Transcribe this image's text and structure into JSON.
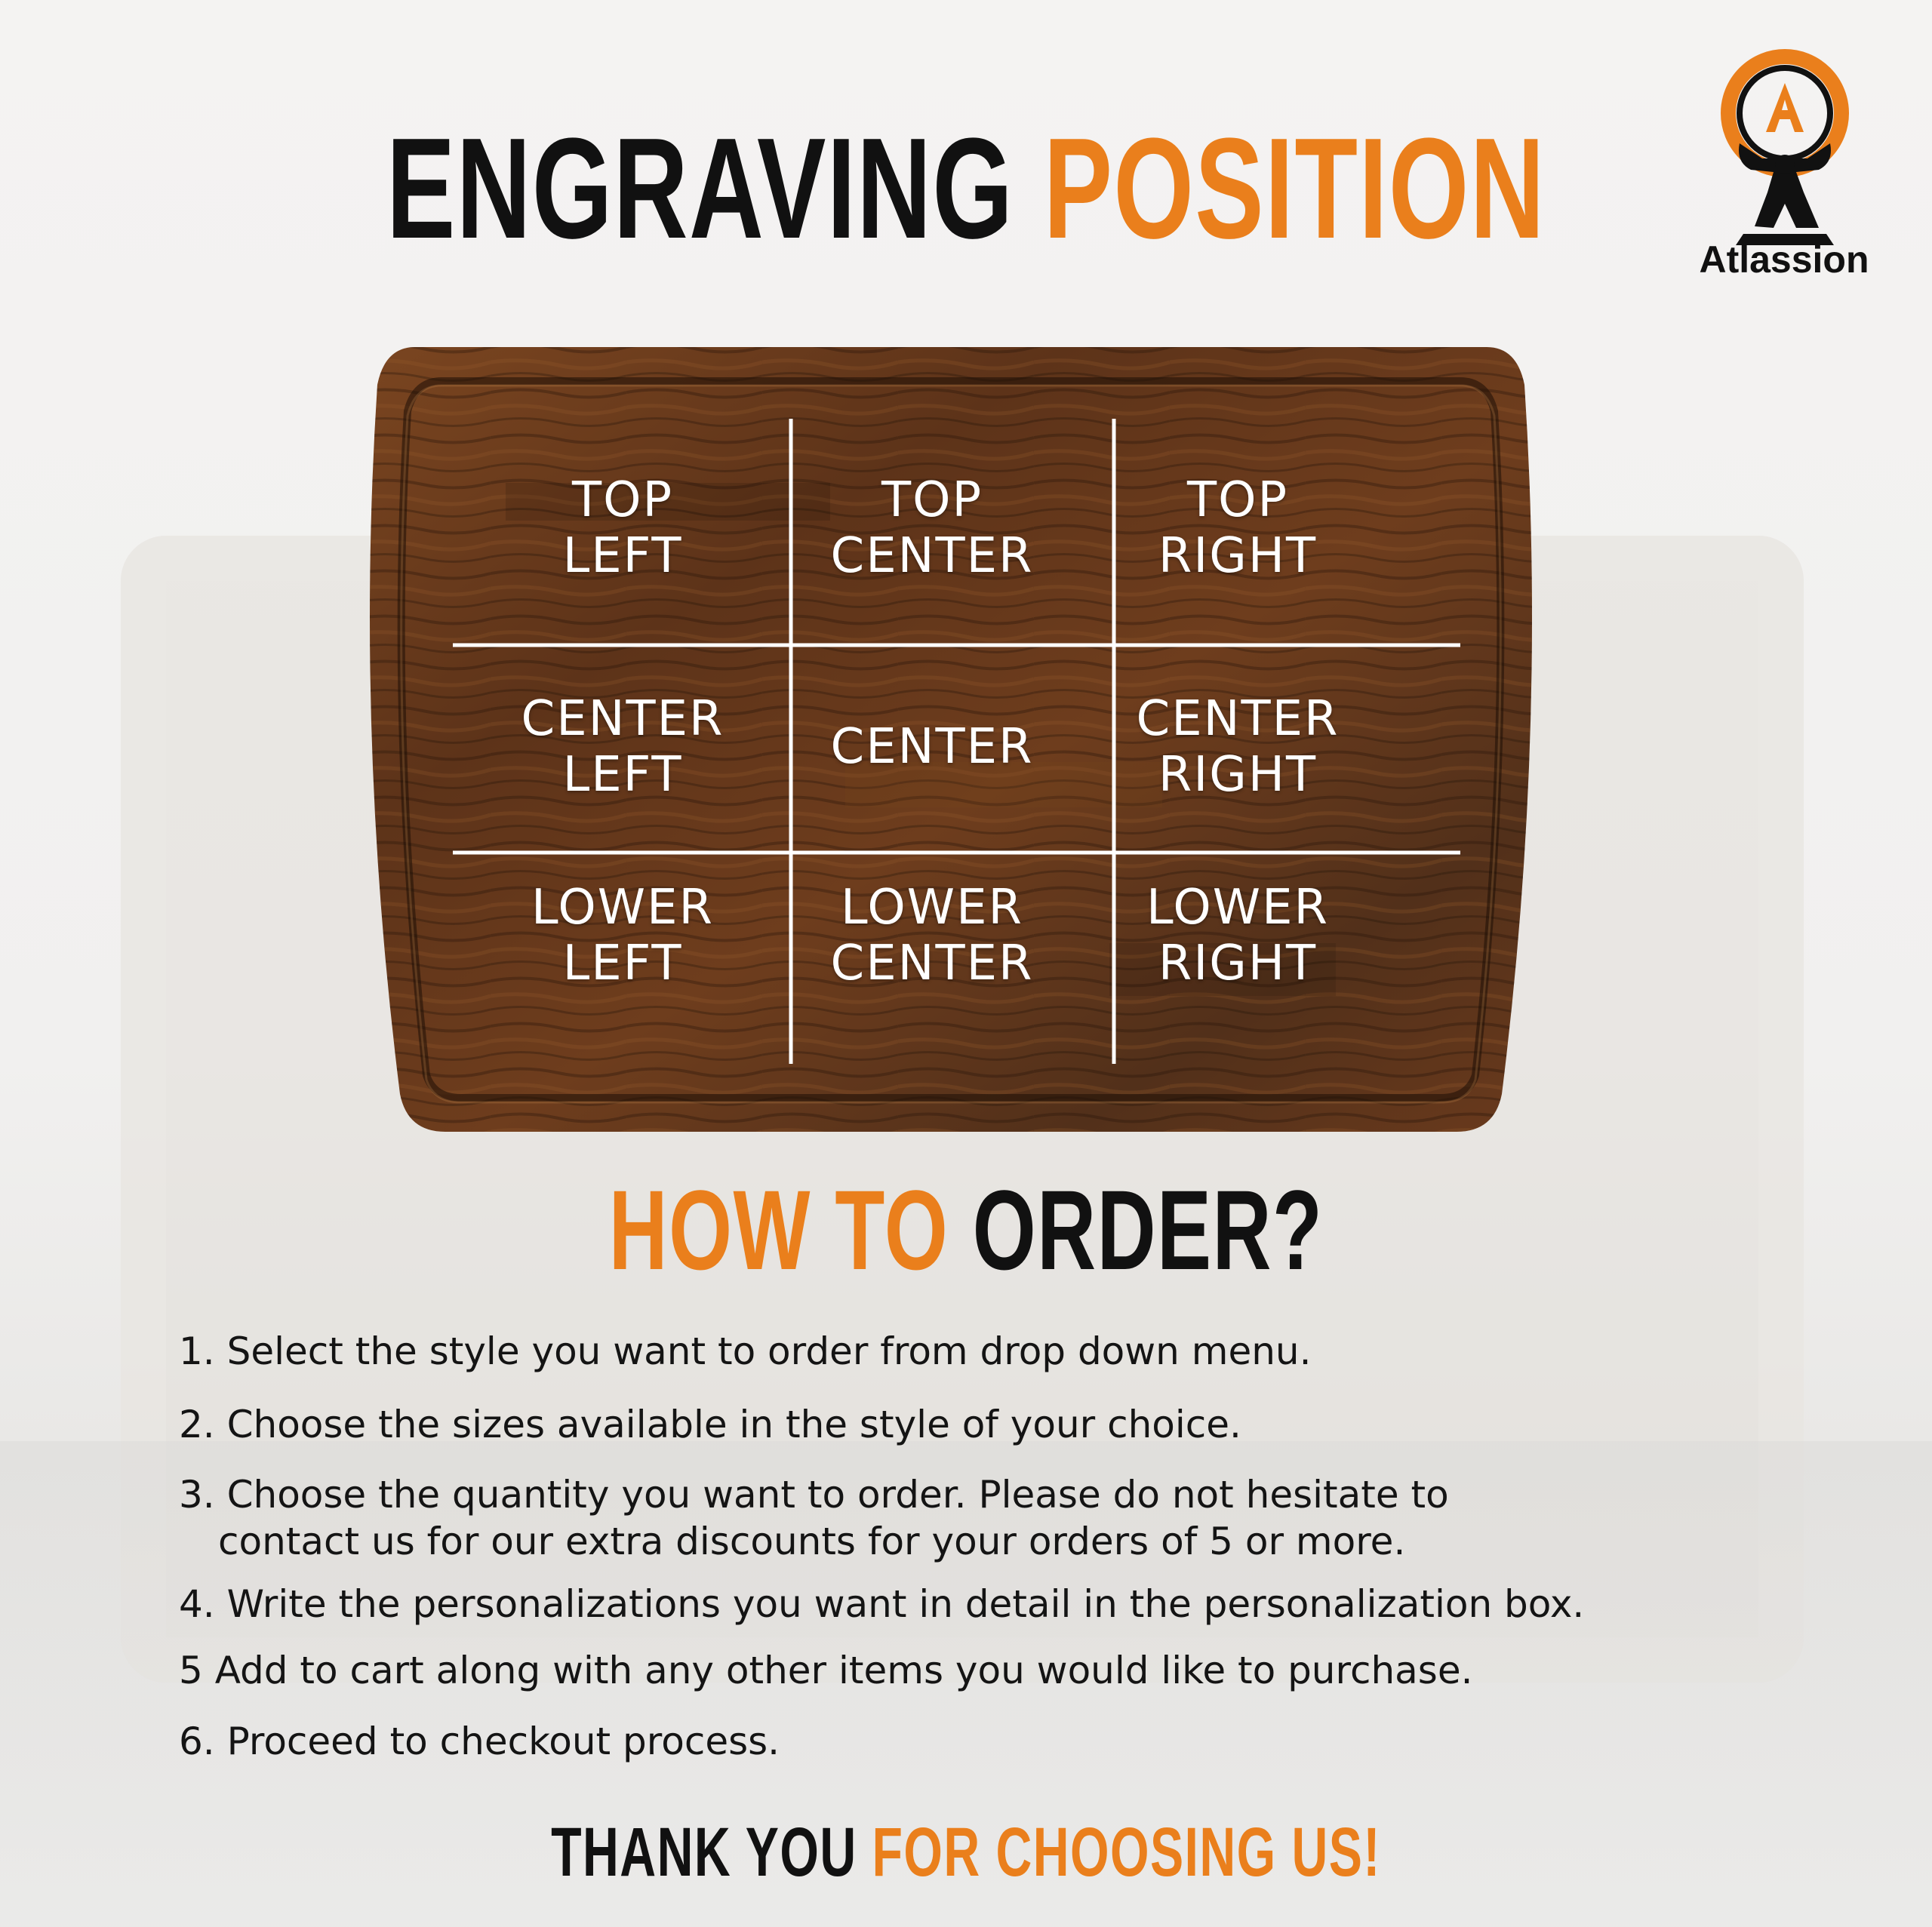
{
  "header": {
    "title_part1": "ENGRAVING",
    "title_part2": "POSITION"
  },
  "brand": {
    "name": "Atlassion",
    "logo_icon": "atlas-figure-globe-logo",
    "accent_color": "#ea7f1c"
  },
  "board": {
    "cells": [
      {
        "line1": "TOP",
        "line2": "LEFT"
      },
      {
        "line1": "TOP",
        "line2": "CENTER"
      },
      {
        "line1": "TOP",
        "line2": "RIGHT"
      },
      {
        "line1": "CENTER",
        "line2": "LEFT"
      },
      {
        "line1": "CENTER",
        "line2": ""
      },
      {
        "line1": "CENTER",
        "line2": "RIGHT"
      },
      {
        "line1": "LOWER",
        "line2": "LEFT"
      },
      {
        "line1": "LOWER",
        "line2": "CENTER"
      },
      {
        "line1": "LOWER",
        "line2": "RIGHT"
      }
    ]
  },
  "how_to": {
    "title_part1": "HOW TO",
    "title_part2": "ORDER?",
    "steps": [
      {
        "text": "1. Select the style you want to order from drop down menu."
      },
      {
        "text": "2. Choose the sizes available in the style of your choice."
      },
      {
        "text": "3. Choose the quantity you want to order. Please do not hesitate to",
        "text2": "contact us for our extra discounts for your orders of 5 or more."
      },
      {
        "text": "4. Write the personalizations you want in detail in the personalization box."
      },
      {
        "text": "5  Add to cart  along with any other items you would like to purchase."
      },
      {
        "text": "6. Proceed to checkout process."
      }
    ]
  },
  "footer": {
    "thanks_part1": "THANK YOU",
    "thanks_part2": "FOR CHOOSING US!"
  }
}
